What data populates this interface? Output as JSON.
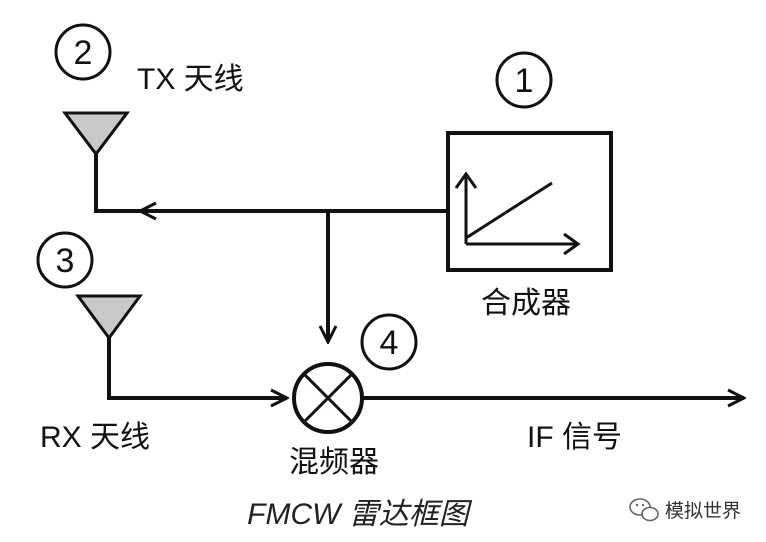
{
  "diagram": {
    "caption": "FMCW 雷达框图",
    "blocks": {
      "synthesizer": {
        "number": "1",
        "label": "合成器"
      },
      "tx_antenna": {
        "number": "2",
        "label": "TX 天线"
      },
      "rx_antenna": {
        "number": "3",
        "label": "RX 天线"
      },
      "mixer": {
        "number": "4",
        "label": "混频器"
      }
    },
    "output": {
      "label": "IF 信号"
    }
  },
  "watermark": {
    "text": "模拟世界"
  },
  "colors": {
    "line": "#111111",
    "antenna_fill": "#c9c9c9",
    "background": "#ffffff"
  }
}
